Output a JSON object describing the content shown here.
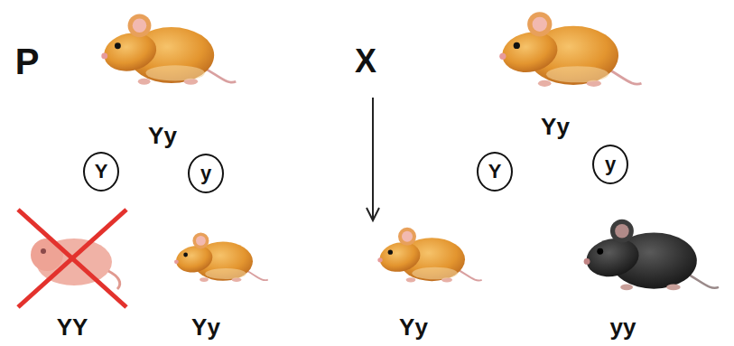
{
  "diagram": {
    "nodes": [
      {
        "text": [
          "Y"
        ]
      },
      {
        "text": [
          "y"
        ]
      },
      {
        "text": [
          "Y"
        ]
      },
      {
        "text": [
          "y"
        ]
      }
    ],
    "labels": [
      "P",
      "X",
      "Yy",
      "Yy",
      "YY",
      "Yy",
      "Yy",
      "yy"
    ]
  }
}
